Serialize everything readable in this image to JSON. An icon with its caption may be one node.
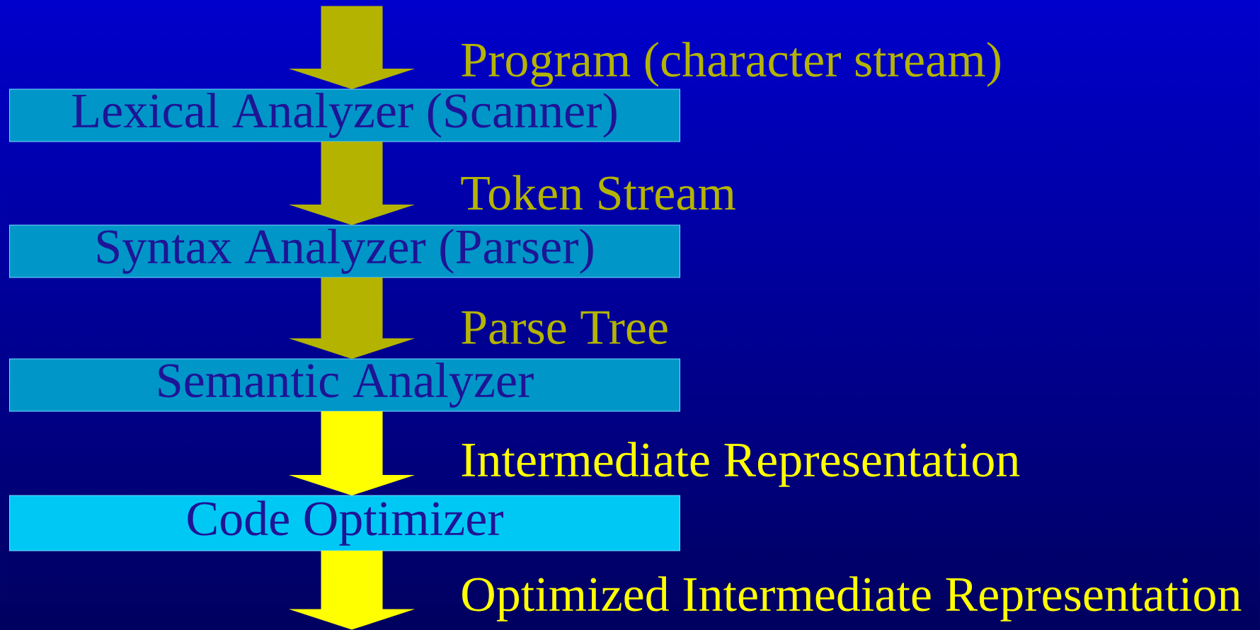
{
  "diagram": {
    "nodes": [
      {
        "text": [
          "Lexical Analyzer (Scanner)"
        ]
      },
      {
        "text": [
          "Syntax Analyzer (Parser)"
        ]
      },
      {
        "text": [
          "Semantic Analyzer"
        ]
      },
      {
        "text": [
          "Code Optimizer"
        ]
      }
    ],
    "edges": [
      {
        "from": null,
        "to": 0,
        "arrow": "to",
        "label": "Program (character stream)"
      },
      {
        "from": 0,
        "to": 1,
        "arrow": "to",
        "label": "Token Stream"
      },
      {
        "from": 1,
        "to": 2,
        "arrow": "to",
        "label": "Parse Tree"
      },
      {
        "from": 2,
        "to": 3,
        "arrow": "to",
        "label": "Intermediate Representation",
        "color": "#ffff00"
      },
      {
        "from": 3,
        "to": null,
        "arrow": "to",
        "label": "Optimized Intermediate Representation",
        "color": "#ffff00"
      }
    ]
  }
}
